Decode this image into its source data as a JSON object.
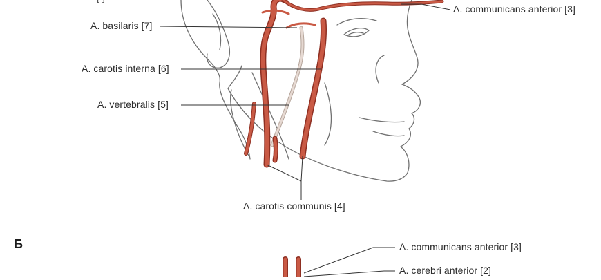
{
  "figure": {
    "colors": {
      "artery": "#c95a45",
      "artery_dark": "#8e2f22",
      "outline": "#6d6d6d",
      "leader": "#333333"
    },
    "panel_b": {
      "letter": "Б"
    },
    "labels": {
      "top_partial": "[ ]",
      "communicans_anterior_top": "A. communicans anterior [3]",
      "basilaris": "A. basilaris [7]",
      "carotis_interna": "A. carotis interna [6]",
      "vertebralis": "A. vertebralis [5]",
      "carotis_communis": "A. carotis communis [4]",
      "communicans_anterior_b": "A. communicans anterior [3]",
      "cerebri_anterior_b": "A. cerebri anterior [2]"
    }
  }
}
